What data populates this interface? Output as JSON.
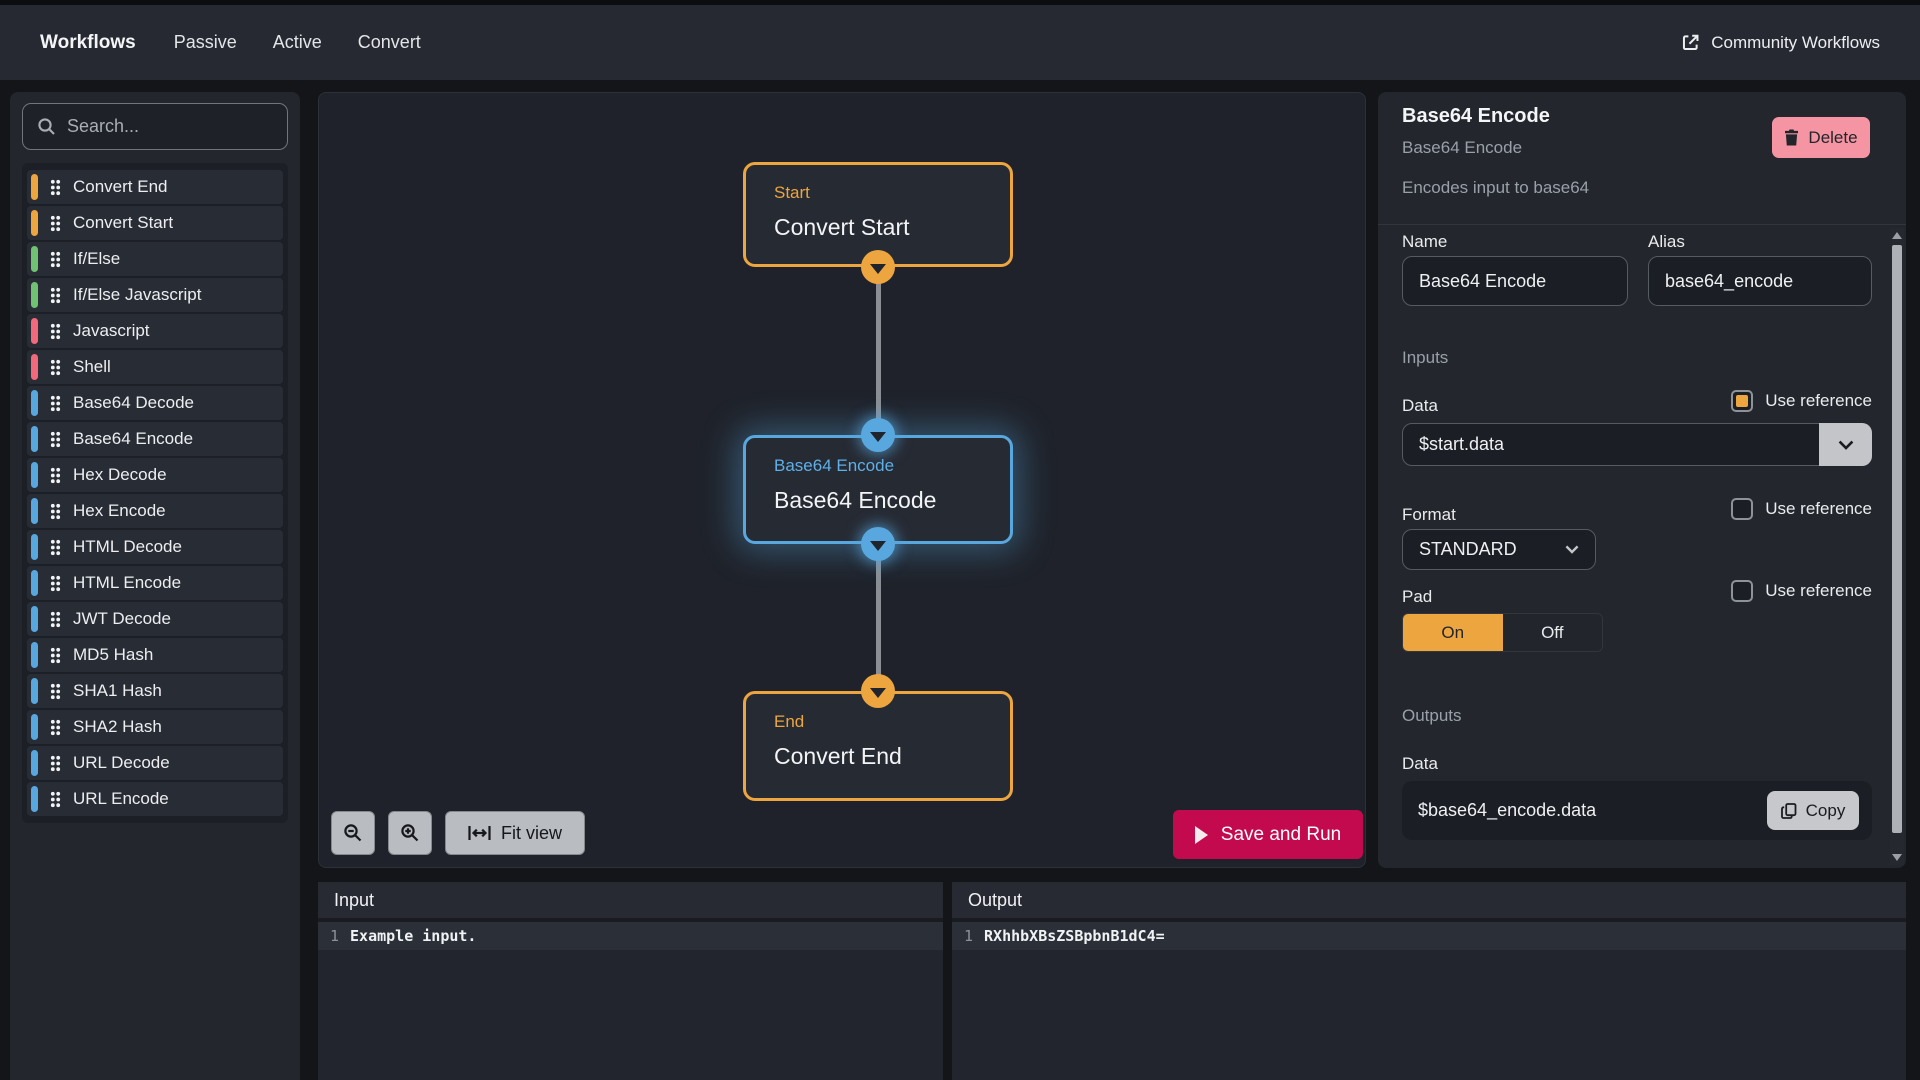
{
  "colors": {
    "page_bg": "#141519",
    "panel_bg": "#23262d",
    "canvas_bg": "#1f222a",
    "node_bg": "#262a33",
    "field_bg": "#1b1e25",
    "item_bg": "#282c34",
    "list_bg": "#1c1f25",
    "accent_orange": "#eda63f",
    "accent_blue": "#58a8df",
    "accent_green": "#71c175",
    "accent_red": "#f2697c",
    "run_red": "#c40a4e",
    "delete_pink": "#f595a4",
    "light_btn": "#b9bcc1",
    "edge_gray": "#8b8e94",
    "text": "#e8eaed",
    "muted": "#9aa0a8"
  },
  "nav": {
    "brand": "Workflows",
    "tabs": [
      "Passive",
      "Active",
      "Convert"
    ],
    "community_link": "Community Workflows"
  },
  "sidebar": {
    "search_placeholder": "Search...",
    "items": [
      {
        "label": "Convert End",
        "color": "#eda63f"
      },
      {
        "label": "Convert Start",
        "color": "#eda63f"
      },
      {
        "label": "If/Else",
        "color": "#71c175"
      },
      {
        "label": "If/Else Javascript",
        "color": "#71c175"
      },
      {
        "label": "Javascript",
        "color": "#f2697c"
      },
      {
        "label": "Shell",
        "color": "#f2697c"
      },
      {
        "label": "Base64 Decode",
        "color": "#58a8df"
      },
      {
        "label": "Base64 Encode",
        "color": "#58a8df"
      },
      {
        "label": "Hex Decode",
        "color": "#58a8df"
      },
      {
        "label": "Hex Encode",
        "color": "#58a8df"
      },
      {
        "label": "HTML Decode",
        "color": "#58a8df"
      },
      {
        "label": "HTML Encode",
        "color": "#58a8df"
      },
      {
        "label": "JWT Decode",
        "color": "#58a8df"
      },
      {
        "label": "MD5 Hash",
        "color": "#58a8df"
      },
      {
        "label": "SHA1 Hash",
        "color": "#58a8df"
      },
      {
        "label": "SHA2 Hash",
        "color": "#58a8df"
      },
      {
        "label": "URL Decode",
        "color": "#58a8df"
      },
      {
        "label": "URL Encode",
        "color": "#58a8df"
      }
    ]
  },
  "canvas": {
    "nodes": [
      {
        "kind": "Start",
        "name": "Convert Start",
        "accent": "#eda63f",
        "selected": false
      },
      {
        "kind": "Base64 Encode",
        "name": "Base64 Encode",
        "accent": "#58a8df",
        "selected": true
      },
      {
        "kind": "End",
        "name": "Convert End",
        "accent": "#eda63f",
        "selected": false
      }
    ],
    "fit_view_label": "Fit view",
    "run_label": "Save and Run"
  },
  "inspector": {
    "title": "Base64 Encode",
    "subtitle": "Base64 Encode",
    "description": "Encodes input to base64",
    "delete_label": "Delete",
    "name_label": "Name",
    "name_value": "Base64 Encode",
    "alias_label": "Alias",
    "alias_value": "base64_encode",
    "inputs_label": "Inputs",
    "use_reference_label": "Use reference",
    "data_label": "Data",
    "data_value": "$start.data",
    "data_use_reference_checked": true,
    "format_label": "Format",
    "format_value": "STANDARD",
    "format_use_reference_checked": false,
    "pad_label": "Pad",
    "pad_on_label": "On",
    "pad_off_label": "Off",
    "pad_value": "On",
    "outputs_label": "Outputs",
    "output_data_label": "Data",
    "output_data_value": "$base64_encode.data",
    "copy_label": "Copy"
  },
  "io": {
    "input_title": "Input",
    "input_line_number": "1",
    "input_line": "Example input.",
    "output_title": "Output",
    "output_line_number": "1",
    "output_line": "RXhhbXBsZSBpbnB1dC4="
  }
}
